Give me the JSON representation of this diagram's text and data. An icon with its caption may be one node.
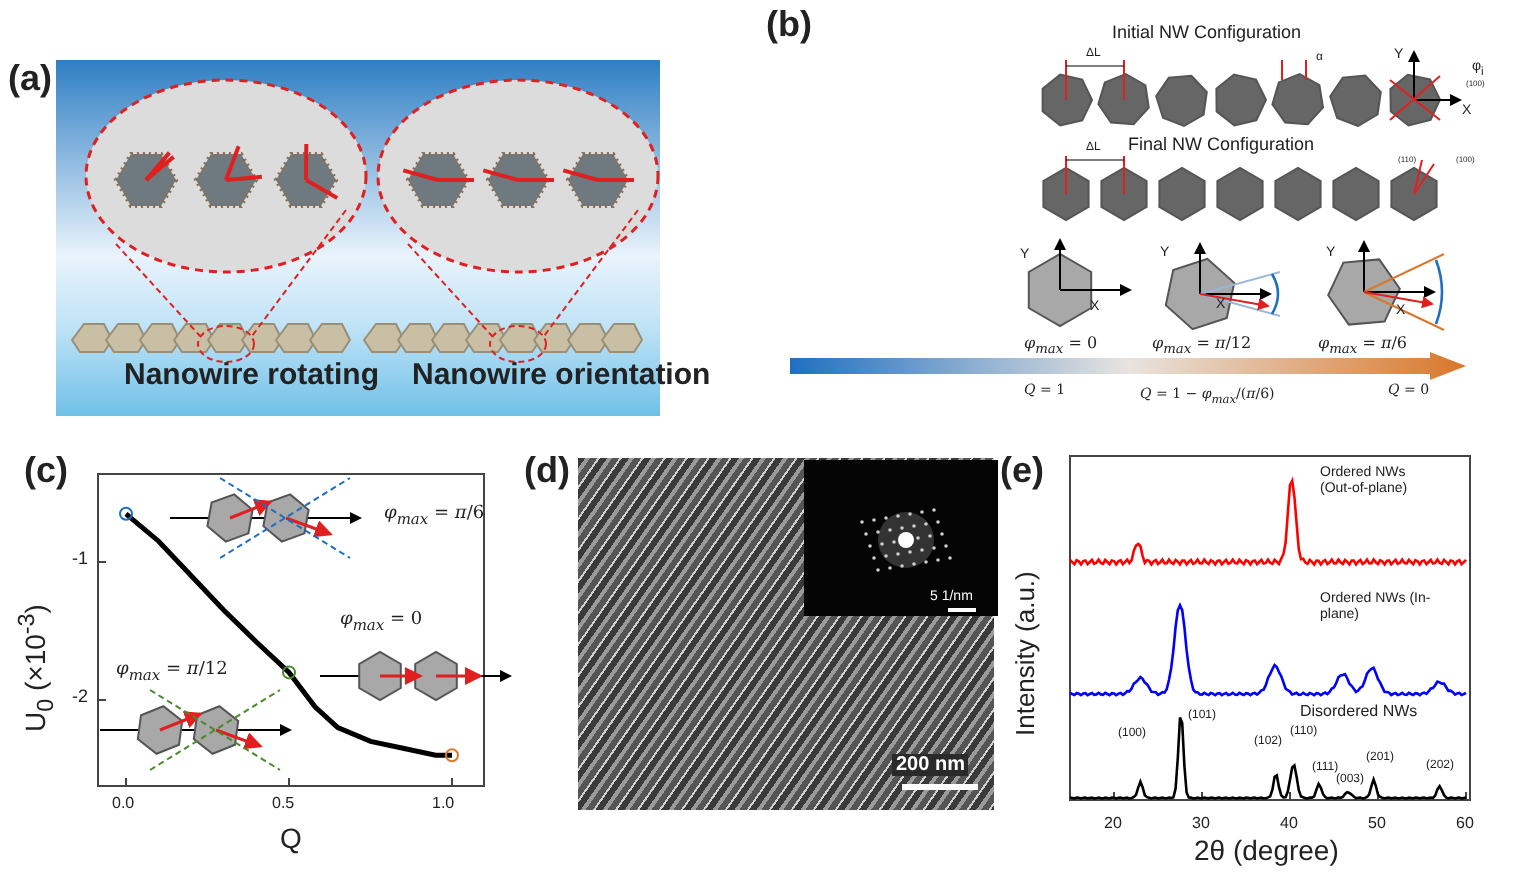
{
  "diagram": {
    "labels": [
      "(a)",
      "Nanowire rotating",
      "Nanowire orientation",
      "(b)",
      "Initial NW Configuration",
      "ΔL",
      "α",
      "Y",
      "(100)",
      "φ$_{i}$",
      "X",
      "Final NW Configuration",
      "ΔL",
      "(110)",
      "(100)",
      "Y",
      "X",
      "Y",
      "X",
      "Y",
      "X",
      "*φ$_{max}$* = 0",
      "*φ$_{max}$* = *π*/12",
      "*φ$_{max}$* = *π*/6",
      "*Q* = 1",
      "*Q* = 1 − *φ$_{max}$*/(*π*/6)",
      "*Q* = 0",
      "(c)",
      "-1",
      "-2",
      "0.0",
      "0.5",
      "1.0",
      "U$_{0}$ (×10$^{-3}$)",
      "Q",
      "*φ$_{max}$* = *π*/6",
      "*φ$_{max}$* = 0",
      "*φ$_{max}$* = *π*/12",
      "(d)",
      "5 1/nm",
      "200 nm",
      "(e)",
      "Ordered NWs (Out-of-plane)",
      "Ordered NWs (In-plane)",
      "Disordered NWs",
      "(100)",
      "(101)",
      "(102)",
      "(110)",
      "(111)",
      "(003)",
      "(201)",
      "(202)",
      "Intensity (a.u.)",
      "20",
      "30",
      "40",
      "50",
      "60",
      "2θ (degree)"
    ]
  }
}
